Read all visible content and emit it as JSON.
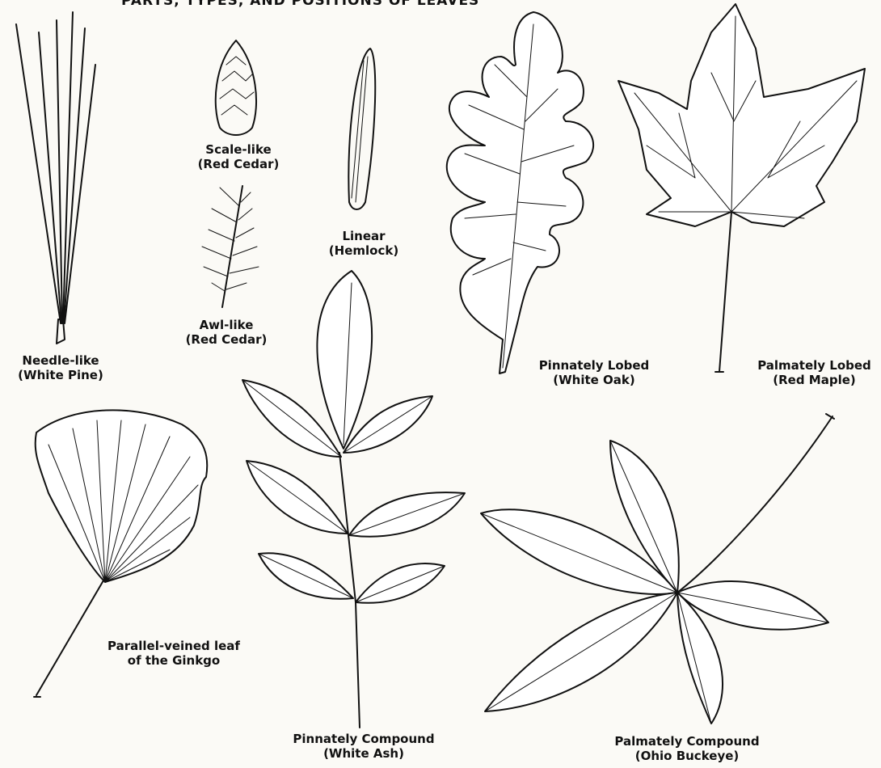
{
  "title": "PARTS, TYPES, AND POSITIONS OF LEAVES",
  "labels": {
    "needle": {
      "name": "Needle-like",
      "species": "(White Pine)"
    },
    "scale": {
      "name": "Scale-like",
      "species": "(Red Cedar)"
    },
    "awl": {
      "name": "Awl-like",
      "species": "(Red Cedar)"
    },
    "linear": {
      "name": "Linear",
      "species": "(Hemlock)"
    },
    "pinnately_lobed": {
      "name": "Pinnately Lobed",
      "species": "(White Oak)"
    },
    "palmately_lobed": {
      "name": "Palmately Lobed",
      "species": "(Red Maple)"
    },
    "ginkgo": {
      "name": "Parallel-veined leaf",
      "species": "of the Ginkgo"
    },
    "pinnately_compound": {
      "name": "Pinnately Compound",
      "species": "(White Ash)"
    },
    "palmately_compound": {
      "name": "Palmately Compound",
      "species": "(Ohio Buckeye)"
    }
  }
}
